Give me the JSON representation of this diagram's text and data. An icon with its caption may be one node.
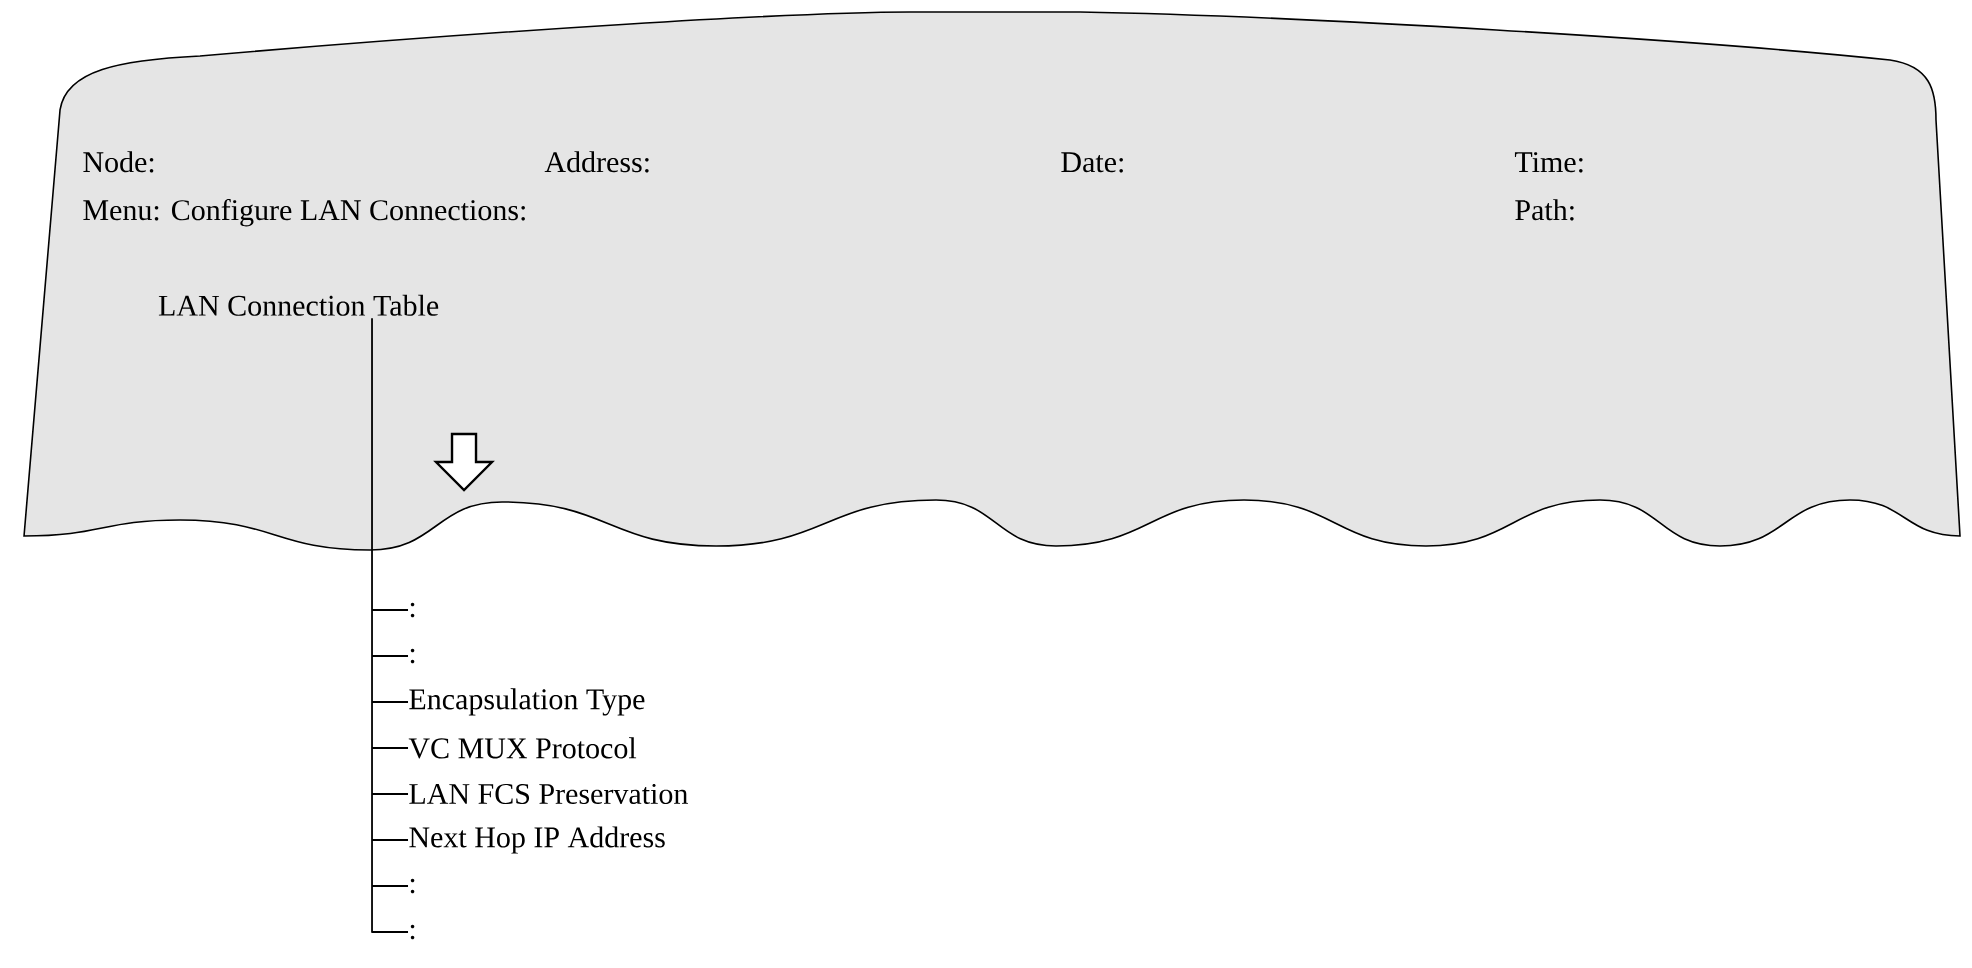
{
  "diagram": {
    "nodes": [
      {
        "text": [
          "Node:",
          "Address:",
          "Date:",
          "Time:",
          "Menu: Configure LAN Connections:",
          "Path:"
        ]
      },
      {
        "text": [
          "LAN Connection Table"
        ],
        "in": 0
      },
      {
        "text": [
          ":"
        ]
      },
      {
        "text": [
          ":"
        ]
      },
      {
        "text": [
          "Encapsulation Type"
        ]
      },
      {
        "text": [
          "VC MUX Protocol"
        ]
      },
      {
        "text": [
          "LAN FCS Preservation"
        ]
      },
      {
        "text": [
          "Next Hop IP Address"
        ]
      },
      {
        "text": [
          ":"
        ]
      },
      {
        "text": [
          ":"
        ]
      }
    ],
    "edges": [
      {
        "from": 1,
        "to": 2,
        "arrow": "none"
      },
      {
        "from": 1,
        "to": 3,
        "arrow": "none"
      },
      {
        "from": 1,
        "to": 4,
        "arrow": "none"
      },
      {
        "from": 1,
        "to": 5,
        "arrow": "none"
      },
      {
        "from": 1,
        "to": 6,
        "arrow": "none"
      },
      {
        "from": 1,
        "to": 7,
        "arrow": "none"
      },
      {
        "from": 1,
        "to": 8,
        "arrow": "none"
      },
      {
        "from": 1,
        "to": 9,
        "arrow": "none"
      }
    ]
  }
}
